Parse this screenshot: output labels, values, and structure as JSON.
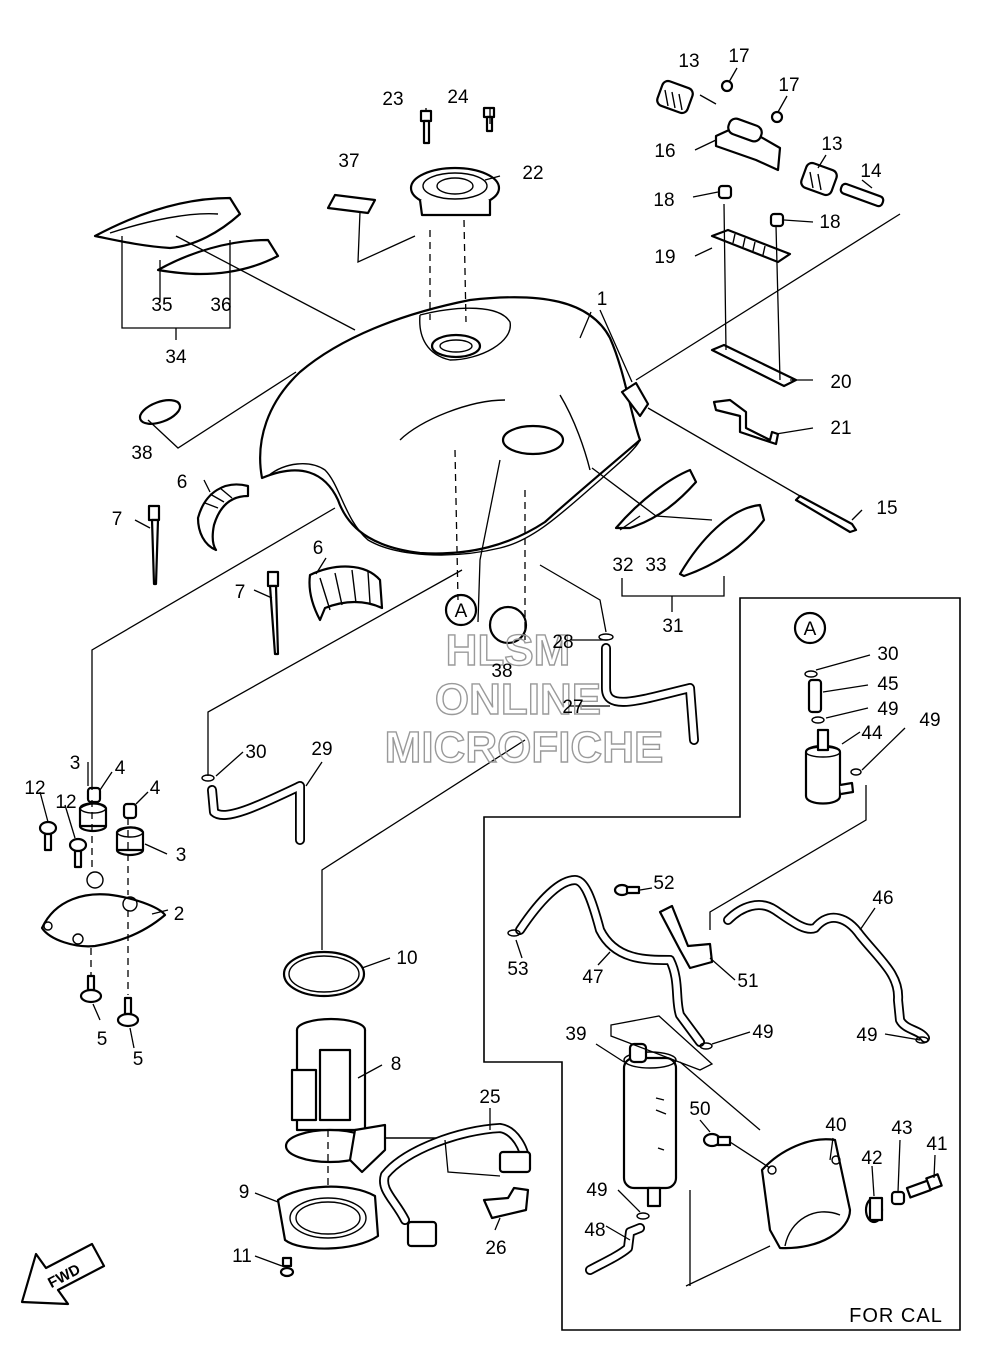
{
  "diagram": {
    "part_numbers": [
      "1",
      "2",
      "3",
      "4",
      "5",
      "6",
      "7",
      "8",
      "9",
      "10",
      "11",
      "12",
      "13",
      "14",
      "15",
      "16",
      "17",
      "18",
      "19",
      "20",
      "21",
      "22",
      "23",
      "24",
      "25",
      "26",
      "27",
      "28",
      "29",
      "30",
      "31",
      "32",
      "33",
      "34",
      "35",
      "36",
      "37",
      "38",
      "39",
      "40",
      "41",
      "42",
      "43",
      "44",
      "45",
      "46",
      "47",
      "48",
      "49",
      "50",
      "51",
      "52",
      "53"
    ],
    "ref_marker": "A",
    "fwd_label": "FWD",
    "region_label": "FOR CAL",
    "watermark": [
      "HLSM",
      "ONLINE",
      "MICROFICHE"
    ]
  }
}
